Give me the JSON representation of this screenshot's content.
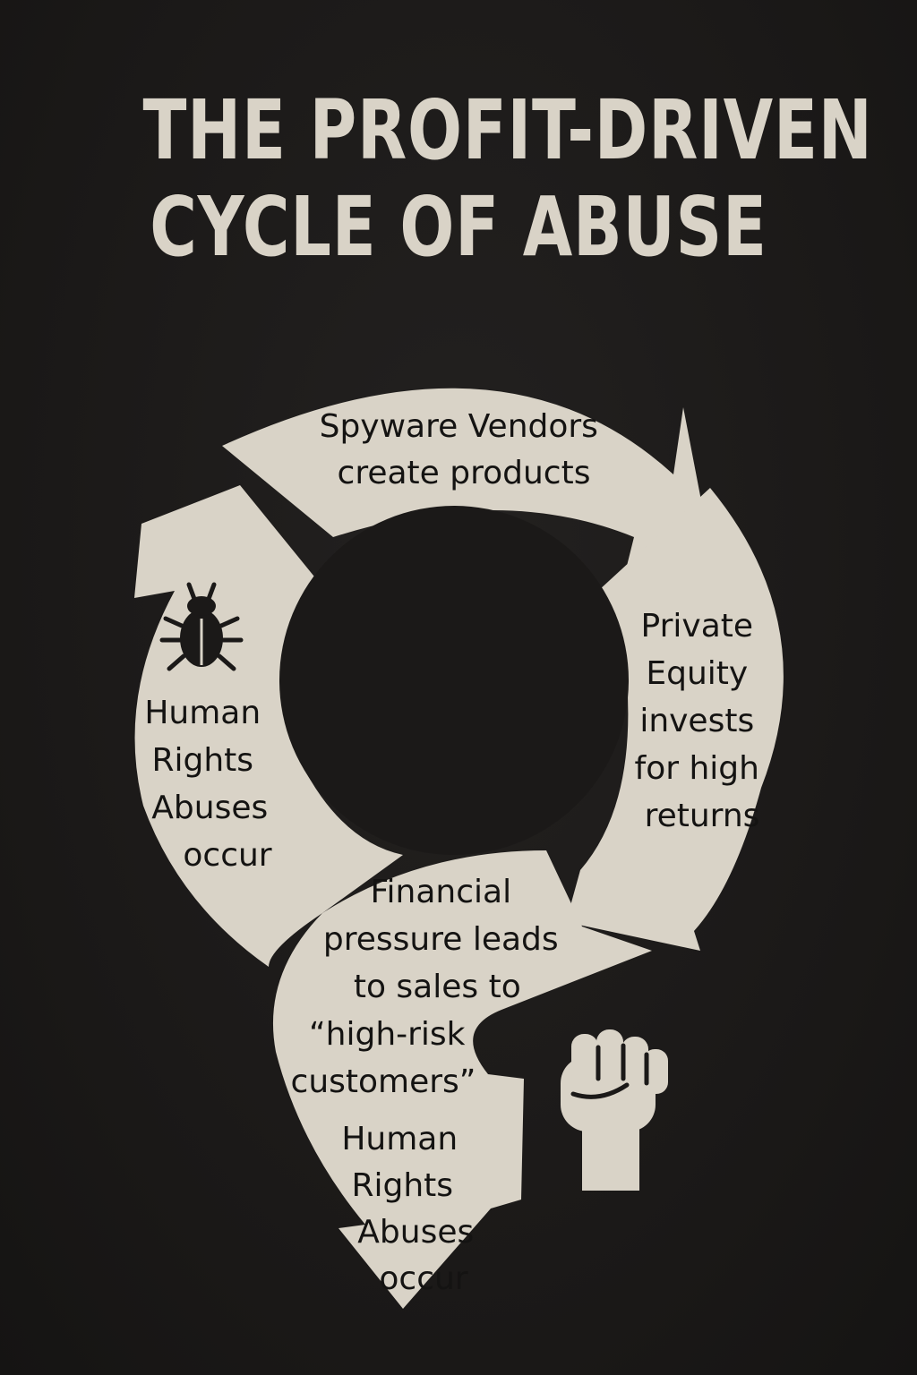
{
  "title": {
    "line1": "THE PROFIT-DRIVEN",
    "line2": "CYCLE OF ABUSE"
  },
  "colors": {
    "background": "#1b1918",
    "shape": "#d9d3c7",
    "text": "#141312"
  },
  "steps": [
    {
      "lines": [
        "Spyware Vendors",
        "create products"
      ]
    },
    {
      "lines": [
        "Private",
        "Equity",
        "invests",
        "for high",
        "returns"
      ]
    },
    {
      "lines": [
        "Financial",
        "pressure leads",
        "to sales to",
        "“high-risk",
        "customers”"
      ]
    },
    {
      "lines": [
        "Human",
        "Rights",
        "Abuses",
        "occur"
      ]
    },
    {
      "lines": [
        "Human",
        "Rights",
        "Abuses",
        "occur"
      ]
    }
  ],
  "icons": {
    "left": "bug-icon",
    "bottom_right": "raised-fist-icon"
  }
}
